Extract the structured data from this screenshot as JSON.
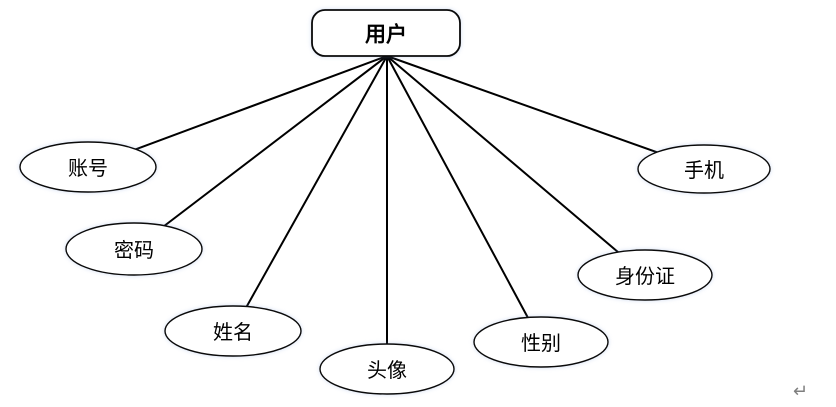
{
  "diagram": {
    "type": "entity-attribute",
    "entity": {
      "label": "用户"
    },
    "attributes": [
      {
        "id": "account",
        "label": "账号"
      },
      {
        "id": "password",
        "label": "密码"
      },
      {
        "id": "name",
        "label": "姓名"
      },
      {
        "id": "avatar",
        "label": "头像"
      },
      {
        "id": "gender",
        "label": "性别"
      },
      {
        "id": "id-card",
        "label": "身份证"
      },
      {
        "id": "phone",
        "label": "手机"
      }
    ],
    "colors": {
      "stroke": "#000000",
      "shape_fill": "#ffffff",
      "text": "#000000",
      "return_mark": "#7f7f7f",
      "background": "#ffffff"
    },
    "trailing_mark": "↵"
  }
}
